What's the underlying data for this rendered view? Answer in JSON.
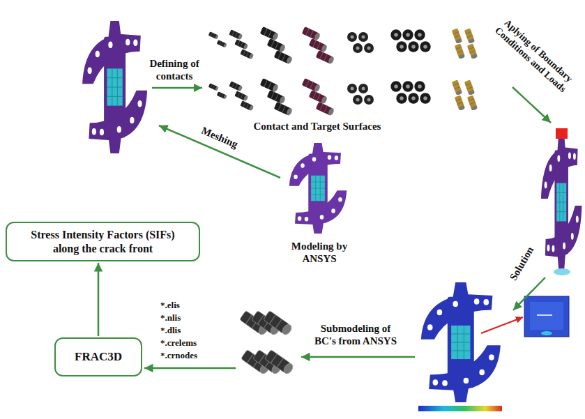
{
  "diagram": {
    "nodes": [
      {
        "text": [
          "Stress Intensity Factors (SIFs) along the crack front"
        ]
      },
      {
        "text": [
          "FRAC3D"
        ]
      }
    ],
    "edges": [
      {
        "from": 1,
        "to": 0,
        "arrow": "to"
      }
    ],
    "labels": [
      "Defining of contacts",
      "Contact and Target Surfaces",
      "Aplying of Boundary Conditions and Loads",
      "Meshing",
      "Modeling by ANSYS",
      "Solution",
      "*.elis",
      "*.nlis",
      "*.dlis",
      "*.crelems",
      "*.crnodes",
      "Submodeling of BC's from ANSYS"
    ]
  }
}
